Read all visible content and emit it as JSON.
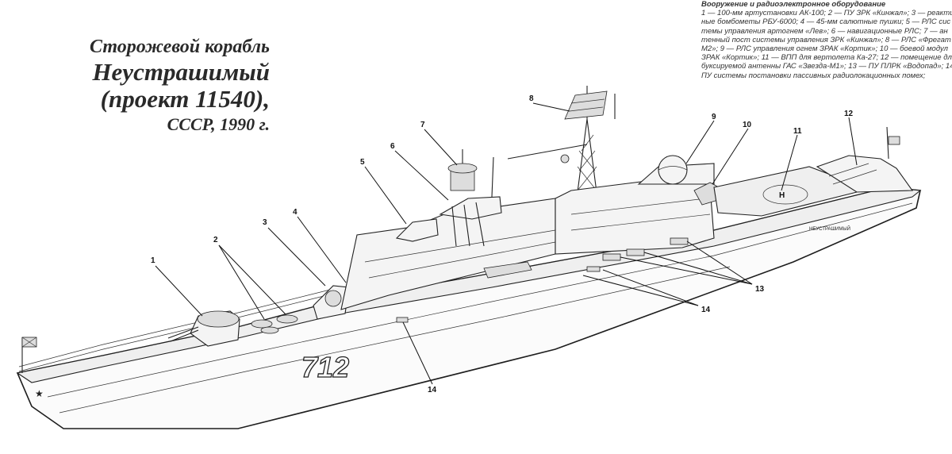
{
  "title": {
    "line1": "Сторожевой корабль",
    "line2": "Неустрашимый",
    "line3": "(проект 11540),",
    "line4": "СССР, 1990 г."
  },
  "legend": {
    "heading": "Вооружение и радиоэлектронное оборудование",
    "lines": [
      "1 — 100-мм артустановки АК-100; 2 — ПУ ЗРК «Кинжал»; 3 — реактив",
      "ные бомбометы РБУ-6000; 4 — 45-мм салютные пушки; 5 — РЛС сис",
      "темы управления артогнем «Лев»; 6 — навигационные РЛС; 7 — ан",
      "тенный пост системы управления ЗРК «Кинжал»; 8 — РЛС «Фрегат",
      "М2»; 9 — РЛС управления огнем ЗРАК «Кортик»; 10 — боевой модул",
      "ЗРАК «Кортик»; 11 — ВПП для вертолета Ка-27; 12 — помещение дл",
      "буксируемой антенны ГАС «Звезда-М1»; 13 — ПУ ПЛРК «Водопад»; 14 —",
      "ПУ системы постановки пассивных радиолокационных помех;"
    ]
  },
  "drawing": {
    "hull_number": "712",
    "ship_name": "НЕУСТРАШИМЫЙ",
    "callouts": [
      "1",
      "2",
      "3",
      "4",
      "5",
      "6",
      "7",
      "8",
      "9",
      "10",
      "11",
      "12",
      "13",
      "14",
      "14"
    ]
  }
}
